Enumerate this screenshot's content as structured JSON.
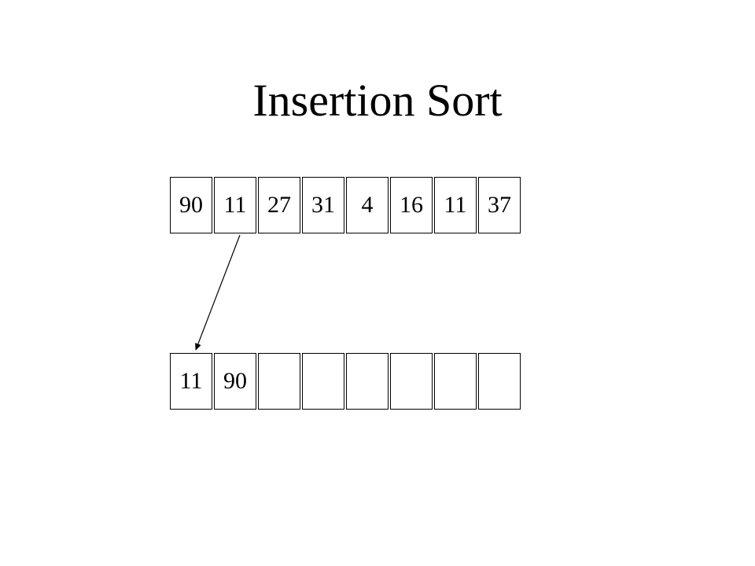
{
  "title": "Insertion Sort",
  "top_row": [
    "90",
    "11",
    "27",
    "31",
    "4",
    "16",
    "11",
    "37"
  ],
  "bottom_row": [
    "11",
    "90",
    "",
    "",
    "",
    "",
    "",
    ""
  ]
}
